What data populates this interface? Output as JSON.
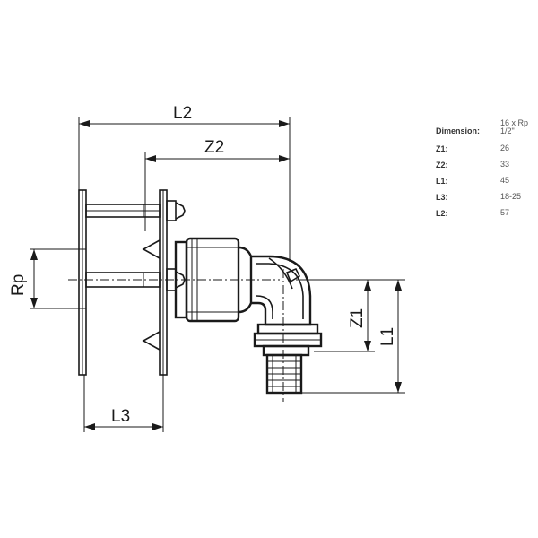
{
  "dimension_labels": {
    "l2": "L2",
    "z2": "Z2",
    "rp": "Rp",
    "z1": "Z1",
    "l1": "L1",
    "l3": "L3"
  },
  "spec_table": {
    "rows": [
      {
        "label": "Dimension:",
        "value_line1": "16 x Rp",
        "value_line2": "1/2\""
      },
      {
        "label": "Z1:",
        "value": "26"
      },
      {
        "label": "Z2:",
        "value": "33"
      },
      {
        "label": "L1:",
        "value": "45"
      },
      {
        "label": "L3:",
        "value": "18-25"
      },
      {
        "label": "L2:",
        "value": "57"
      }
    ]
  }
}
